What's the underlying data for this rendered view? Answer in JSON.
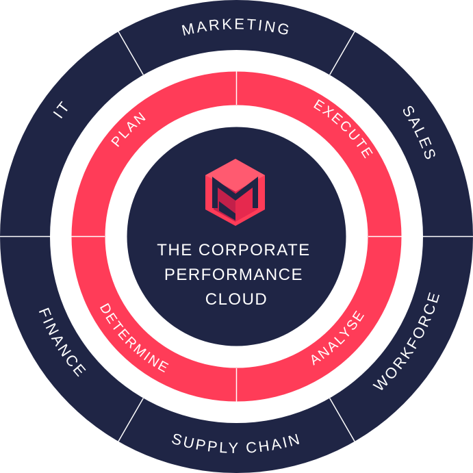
{
  "colors": {
    "navy": "#1f2545",
    "accent": "#ff3c58",
    "background": "#ffffff",
    "text": "#ffffff"
  },
  "outer_segments": [
    {
      "label": "MARKETING"
    },
    {
      "label": "SALES"
    },
    {
      "label": "WORKFORCE"
    },
    {
      "label": "SUPPLY CHAIN"
    },
    {
      "label": "FINANCE"
    },
    {
      "label": "IT"
    }
  ],
  "inner_segments": [
    {
      "label": "PLAN"
    },
    {
      "label": "EXECUTE"
    },
    {
      "label": "ANALYSE"
    },
    {
      "label": "DETERMINE"
    }
  ],
  "center": {
    "logo": "cube-m-logo-icon",
    "title_lines": [
      "THE CORPORATE",
      "PERFORMANCE",
      "CLOUD"
    ]
  }
}
